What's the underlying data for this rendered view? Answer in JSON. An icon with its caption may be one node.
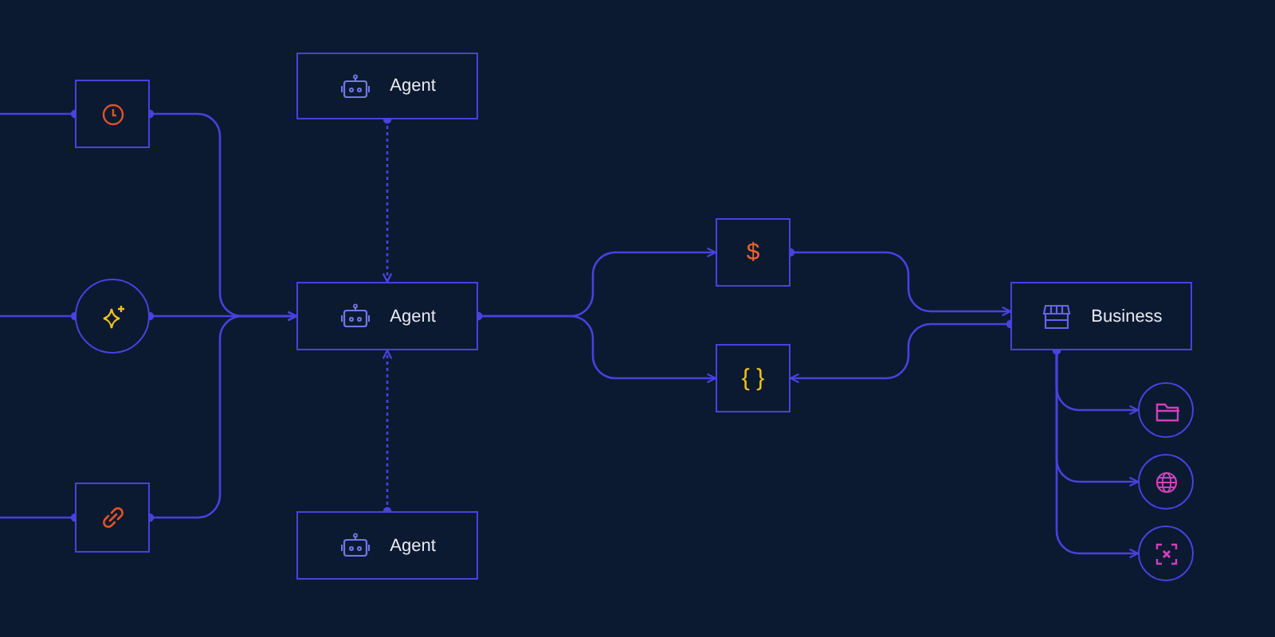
{
  "diagram": {
    "nodes": [
      {
        "text": [],
        "shape": "box"
      },
      {
        "text": [],
        "shape": "circle"
      },
      {
        "text": [],
        "shape": "box"
      },
      {
        "text": [
          "Agent"
        ]
      },
      {
        "text": [
          "Agent"
        ]
      },
      {
        "text": [
          "Agent"
        ]
      },
      {
        "text": [
          "$"
        ]
      },
      {
        "text": [
          "{ }"
        ]
      },
      {
        "text": [
          "Business"
        ]
      },
      {
        "text": [],
        "shape": "circle"
      },
      {
        "text": [],
        "shape": "circle"
      },
      {
        "text": [],
        "shape": "circle"
      }
    ],
    "edges": [
      {
        "from": null,
        "to": 0,
        "arrow": "other"
      },
      {
        "from": null,
        "to": 1,
        "arrow": "other"
      },
      {
        "from": null,
        "to": 2,
        "arrow": "other"
      },
      {
        "from": 0,
        "to": 4,
        "arrow": "to"
      },
      {
        "from": 1,
        "to": 4,
        "arrow": "to"
      },
      {
        "from": 2,
        "to": 4,
        "arrow": "to"
      },
      {
        "from": 3,
        "to": 4,
        "arrow": "to",
        "style": "dashed"
      },
      {
        "from": 5,
        "to": 4,
        "arrow": "to",
        "style": "dashed"
      },
      {
        "from": 4,
        "to": 6,
        "arrow": "to"
      },
      {
        "from": 4,
        "to": 7,
        "arrow": "to"
      },
      {
        "from": 6,
        "to": 8,
        "arrow": "to"
      },
      {
        "from": 8,
        "to": 7,
        "arrow": "to"
      },
      {
        "from": 8,
        "to": 9,
        "arrow": "to"
      },
      {
        "from": 8,
        "to": 10,
        "arrow": "to"
      },
      {
        "from": 8,
        "to": 11,
        "arrow": "to"
      }
    ]
  }
}
